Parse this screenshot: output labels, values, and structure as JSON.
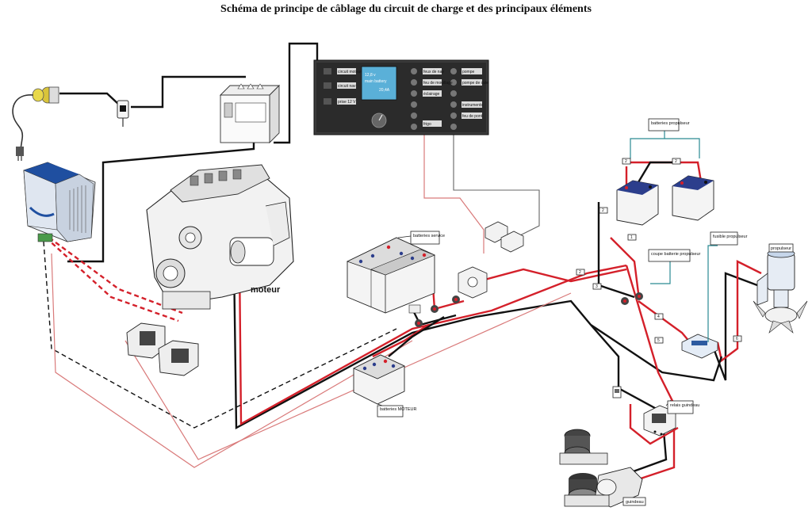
{
  "title": "Schéma de principe de câblage du circuit de charge et des principaux éléments",
  "labels": {
    "moteur": "moteur",
    "batteries_service": "batteries service",
    "batteries_moteur": "batteries MOTEUR",
    "batteries_propulseur": "batteries propulseur",
    "coupe_batterie_propulseur": "coupe batterie propulseur",
    "fusible_propulseur": "fusible propulseur",
    "propulseur": "propulseur",
    "relais_guindeau": "relais guindeau",
    "guindeau": "guindeau"
  },
  "panel": {
    "display_line1": "12,8 v",
    "display_line2": "main battery",
    "display_line3": "20,4A",
    "left_labels": [
      "circuit moteur",
      "circuit nav",
      "prise 12 V"
    ],
    "right_labels": [
      "feux de nav",
      "feu de mouillage",
      "éclairage",
      "frigo",
      "pompe",
      "pompe de cale",
      "instruments",
      "feu de pont"
    ]
  },
  "wire_tags": [
    "2",
    "2",
    "2",
    "1",
    "2",
    "3",
    "4",
    "5",
    "6"
  ],
  "colors": {
    "positive_wire": "#d4202a",
    "negative_wire": "#111111",
    "annotation_lines": "#2a8a92",
    "charger_blue": "#1f4fa0",
    "battery_top": "#2c3e8c"
  }
}
